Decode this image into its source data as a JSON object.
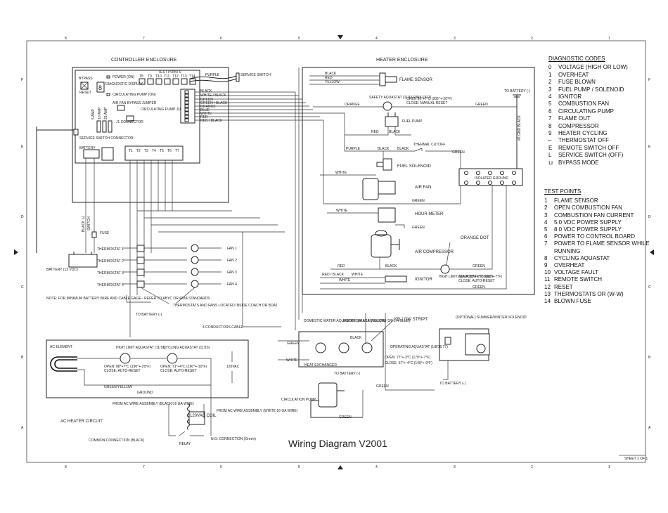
{
  "title": "Wiring Diagram V2001",
  "sheet": "SHEET 1 OF 1",
  "border_ticks": [
    "8",
    "7",
    "6",
    "5",
    "4",
    "3",
    "2",
    "1"
  ],
  "row_ticks": [
    "F",
    "E",
    "D",
    "C",
    "B",
    "A"
  ],
  "controller": {
    "heading": "CONTROLLER ENCLOSURE",
    "test_points": "TEST POINTS",
    "tp_labels": [
      "T8",
      "T9",
      "T10",
      "T11",
      "T12",
      "T13",
      "T14"
    ],
    "bypass": "BYPASS",
    "reset": "RESET",
    "power": "POWER (ON)",
    "diag_display": "DIAGNOSTIC DISPLAY",
    "circ_pump": "CIRCULATING PUMP (ON)",
    "airfan_bypass": "AIR FAN BYPASS JUMPER",
    "circ_jumper": "CIRCULATING PUMP JUMPER",
    "connector": "J1 CONNECTOR",
    "service_switch": "SERVICE SWITCH CONNECTOR",
    "battery": "BATTERY",
    "fuse_labels": [
      "5 AMP",
      "10 AMP",
      "25 AMP"
    ],
    "j1_wires": [
      "BLACK",
      "WHITE / BLACK",
      "GREEN",
      "GREEN / BLACK",
      "ORANGE",
      "BLUE",
      "WHITE",
      "RED",
      "RED / BLACK"
    ],
    "terminals": [
      "T1",
      "T2",
      "T3",
      "T4",
      "T5",
      "T6",
      "T7"
    ],
    "purple": "PURPLE",
    "service_switch_ext": "SERVICE SWITCH"
  },
  "heater": {
    "heading": "HEATER ENCLOSURE",
    "flame_sensor": "FLAME SENSOR",
    "flame_wires": [
      "BLACK",
      "RED",
      "YELLOW"
    ],
    "safety_aquastat": "SAFETY AQUASTAT (11/16 PINK DOT)",
    "safety_open": "OPEN 96°+7°C (205°+-20°F)",
    "safety_close": "CLOSE: MANUAL RESET",
    "fuel_pump": "FUEL PUMP",
    "fuel_solenoid": "FUEL SOLENOID",
    "air_fan": "AIR FAN",
    "hour_meter": "HOUR METER",
    "air_compressor": "AIR COMPRESSOR",
    "orange_dot": "ORANGE DOT",
    "ignitor": "IGNITOR",
    "isolated_ground": "ISOLATED GROUND",
    "thermal_cutoff": "THERMAL CUTOFF",
    "to_battery": "TO BATTERY (-)",
    "ground_wire": "#6 GND BLACK",
    "wire_labels": [
      "ORANGE",
      "GREEN",
      "RED",
      "BLACK",
      "PURPLE",
      "BLACK",
      "WHITE",
      "GREEN",
      "WHITE",
      "GREEN",
      "RED",
      "BLACK",
      "WHITE",
      "GREEN",
      "RED / BLACK",
      "WHITE",
      "GREEN"
    ],
    "hi_limit": "HIGH LIMIT AQUASTAT (7/8 RED)",
    "hi_limit_open": "OPEN 88°+4°C (190°+-7°F)",
    "hi_limit_close": "CLOSE: AUTO-RESET"
  },
  "thermostats": {
    "battery": "BATTERY (12 VDC)",
    "fuse": "FUSE",
    "switch": "SWITCH",
    "black": "BLACK (-)",
    "items": [
      "THERMOSTAT 1",
      "THERMOSTAT 2",
      "THERMOSTAT 3",
      "THERMOSTAT 4"
    ],
    "fans": [
      "FAN 1",
      "FAN 2",
      "FAN 3",
      "FAN 4"
    ],
    "note": "NOTE: FOR MINIMUM BATTERY WIRE AND CABLE GAGE - REFER TO ABYC OR RVIA STANDARDS",
    "located": "THERMOSTATS AND FANS LOCATED INSIDE COACH OR BOAT",
    "to_battery": "TO BATTERY (-)",
    "cable": "4 CONDUCTORS CABLE"
  },
  "heat_exchanger": {
    "domestic": "DOMESTIC WATER AQUASTAT (3/4 1/16 YELLOW)",
    "engine": "ENGINE HEAT AQUASTAT (3/8 1/4 BLUE)",
    "yellow_stripe": "YELLOW STRIPT",
    "operating": "OPERATING AQUASTAT (1/8/16 77)",
    "op_open": "OPEN: 77°+-3°C (170°+-7°F)",
    "op_close": "CLOSE: 67°+-4°C (149°+-9°F)",
    "heat_exchanger": "HEAT EXCHANGER",
    "to_battery": "TO BATTERY (-)",
    "green": "GREEN",
    "white": "WHITE",
    "black": "BLACK",
    "circ_pump": "CIRCULATION PUMP",
    "summerwinter": "(OPTIONAL) SUMMER/WINTER SOLENOID",
    "to_battery2": "TO BATTERY (-)"
  },
  "ac": {
    "element": "AC ELEMENT",
    "hi_limit": "HIGH LIMIT AQUASTAT (11/16)",
    "cycling": "CYCLING AQUASTAT (11/16)",
    "hi_open": "OPEN: 88°+7°C (190°+-20°F)",
    "hi_close": "CLOSE: AUTO-RESET",
    "cyc_open": "OPEN: 71°+4°C (160°+-10°F)",
    "cyc_close": "CLOSE: AUTO-RESET",
    "vac": "120VAC",
    "green_yellow": "GREEN/YELLOW",
    "ground": "GROUND",
    "from_ac": "FROM AC WIRE ASSEMBLY (BLACK/16 GA WIRE)",
    "from_ac2": "FROM AC WIRE ASSEMBLY (WHITE 16 GA WIRE)",
    "circuit": "AC HEATER CIRCUIT",
    "coil": "120VAC COIL",
    "common": "COMMON CONNECTION (BLACK)",
    "relay": "RELAY",
    "no_conn": "N.O. CONNECTION (Green)"
  },
  "diagnostic_codes": {
    "heading": "DIAGNOSTIC CODES",
    "items": [
      {
        "code": "0",
        "text": "VOLTAGE (HIGH OR LOW)"
      },
      {
        "code": "1",
        "text": "OVERHEAT"
      },
      {
        "code": "2",
        "text": "FUSE BLOWN"
      },
      {
        "code": "3",
        "text": "FUEL PUMP / SOLENOID"
      },
      {
        "code": "4",
        "text": "IGNITOR"
      },
      {
        "code": "5",
        "text": "COMBUSTION FAN"
      },
      {
        "code": "6",
        "text": "CIRCULATING PUMP"
      },
      {
        "code": "7",
        "text": "FLAME OUT"
      },
      {
        "code": "8",
        "text": "COMPRESSOR"
      },
      {
        "code": "9",
        "text": "HEATER CYCLING"
      },
      {
        "code": "⌐",
        "text": "THERMOSTAT OFF"
      },
      {
        "code": "E",
        "text": "REMOTE SWITCH OFF"
      },
      {
        "code": "L",
        "text": "SERVICE SWITCH (OFF)"
      },
      {
        "code": "⊔",
        "text": "BYPASS MODE"
      }
    ]
  },
  "test_points": {
    "heading": "TEST POINTS",
    "items": [
      {
        "code": "1",
        "text": "FLAME SENSOR"
      },
      {
        "code": "2",
        "text": "OPEN COMBUSTION FAN"
      },
      {
        "code": "3",
        "text": "COMBUSTION FAN CURRENT"
      },
      {
        "code": "4",
        "text": "5.0 VDC POWER SUPPLY"
      },
      {
        "code": "5",
        "text": "8.0 VDC POWER SUPPLY"
      },
      {
        "code": "6",
        "text": "POWER TO CONTROL BOARD"
      },
      {
        "code": "7",
        "text": "POWER TO FLAME SENSOR WHILE RUNNING"
      },
      {
        "code": "8",
        "text": "CYCLING AQUASTAT"
      },
      {
        "code": "9",
        "text": "OVERHEAT"
      },
      {
        "code": "10",
        "text": "VOLTAGE FAULT"
      },
      {
        "code": "11",
        "text": "REMOTE SWITCH"
      },
      {
        "code": "12",
        "text": "RESET"
      },
      {
        "code": "13",
        "text": "THERMOSTATS OR (W-W)"
      },
      {
        "code": "14",
        "text": "BLOWN FUSE"
      }
    ]
  }
}
